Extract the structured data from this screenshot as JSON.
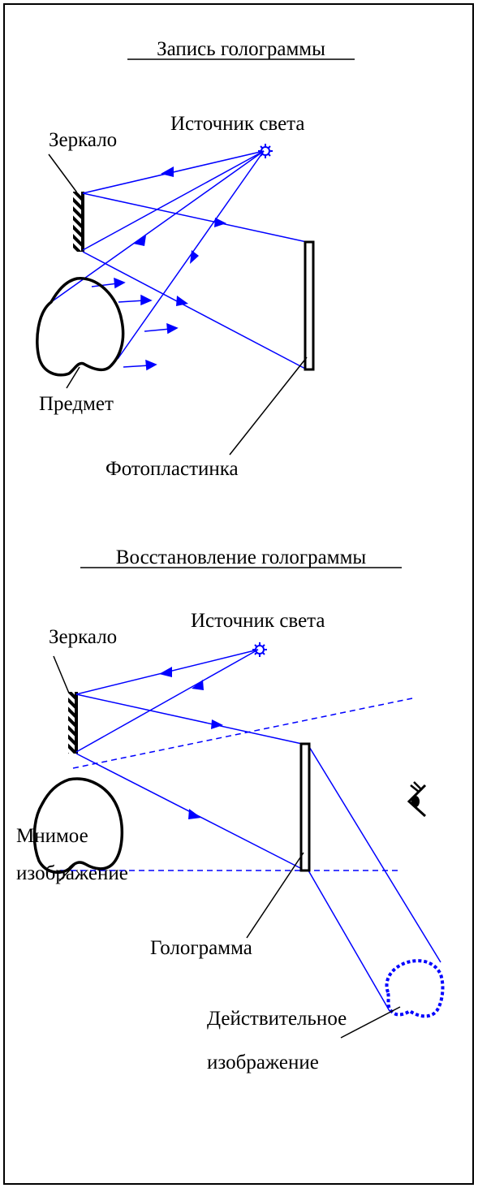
{
  "section1": {
    "title": "Запись голограммы",
    "mirror_label": "Зеркало",
    "light_source_label": "Источник света",
    "object_label": "Предмет",
    "plate_label": "Фотопластинка"
  },
  "section2": {
    "title": "Восстановление голограммы",
    "mirror_label": "Зеркало",
    "light_source_label": "Источник света",
    "virtual_image_label_line1": "Мнимое",
    "virtual_image_label_line2": "изображение",
    "hologram_label": "Голограмма",
    "real_image_label_line1": "Действительное",
    "real_image_label_line2": "изображение"
  },
  "colors": {
    "ray": "#0000ff",
    "outline": "#000000",
    "background": "#ffffff"
  },
  "icons": [
    "light-source-icon",
    "eye-icon",
    "mirror-icon"
  ]
}
